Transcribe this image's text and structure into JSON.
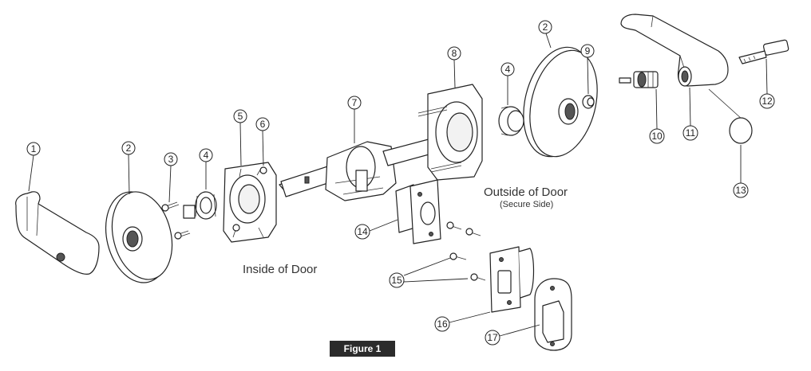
{
  "callouts": [
    "1",
    "2",
    "3",
    "4",
    "5",
    "6",
    "7",
    "8",
    "4",
    "2",
    "9",
    "10",
    "11",
    "12",
    "13",
    "14",
    "15",
    "16",
    "17"
  ],
  "labels": {
    "inside": "Inside of Door",
    "outside": "Outside of Door",
    "outside_sub": "(Secure Side)",
    "figure": "Figure 1"
  }
}
